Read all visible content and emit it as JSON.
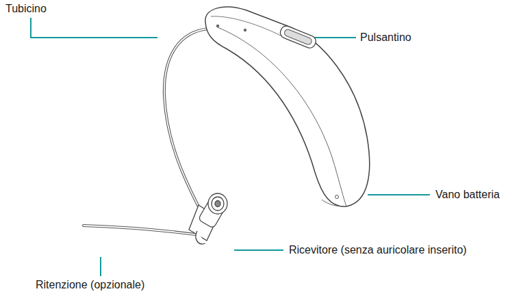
{
  "diagram": {
    "labels": [
      "Tubicino",
      "Pulsantino",
      "Vano batteria",
      "Ricevitore (senza auricolare inserito)",
      "Ritenzione (opzionale)"
    ]
  }
}
